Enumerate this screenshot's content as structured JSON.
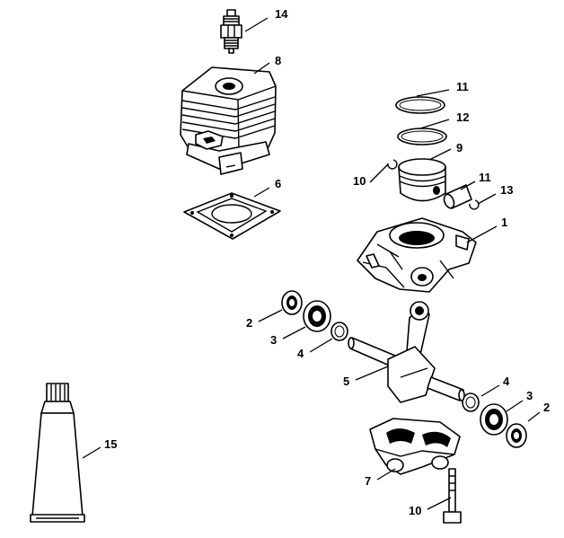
{
  "callouts": [
    {
      "key": "c1",
      "label": "1"
    },
    {
      "key": "c2a",
      "label": "2"
    },
    {
      "key": "c2b",
      "label": "2"
    },
    {
      "key": "c3a",
      "label": "3"
    },
    {
      "key": "c3b",
      "label": "3"
    },
    {
      "key": "c4a",
      "label": "4"
    },
    {
      "key": "c4b",
      "label": "4"
    },
    {
      "key": "c5",
      "label": "5"
    },
    {
      "key": "c6",
      "label": "6"
    },
    {
      "key": "c7",
      "label": "7"
    },
    {
      "key": "c8",
      "label": "8"
    },
    {
      "key": "c9",
      "label": "9"
    },
    {
      "key": "c10a",
      "label": "10"
    },
    {
      "key": "c10b",
      "label": "10"
    },
    {
      "key": "c11a",
      "label": "11"
    },
    {
      "key": "c11b",
      "label": "11"
    },
    {
      "key": "c12",
      "label": "12"
    },
    {
      "key": "c13",
      "label": "13"
    },
    {
      "key": "c14",
      "label": "14"
    },
    {
      "key": "c15",
      "label": "15"
    }
  ]
}
